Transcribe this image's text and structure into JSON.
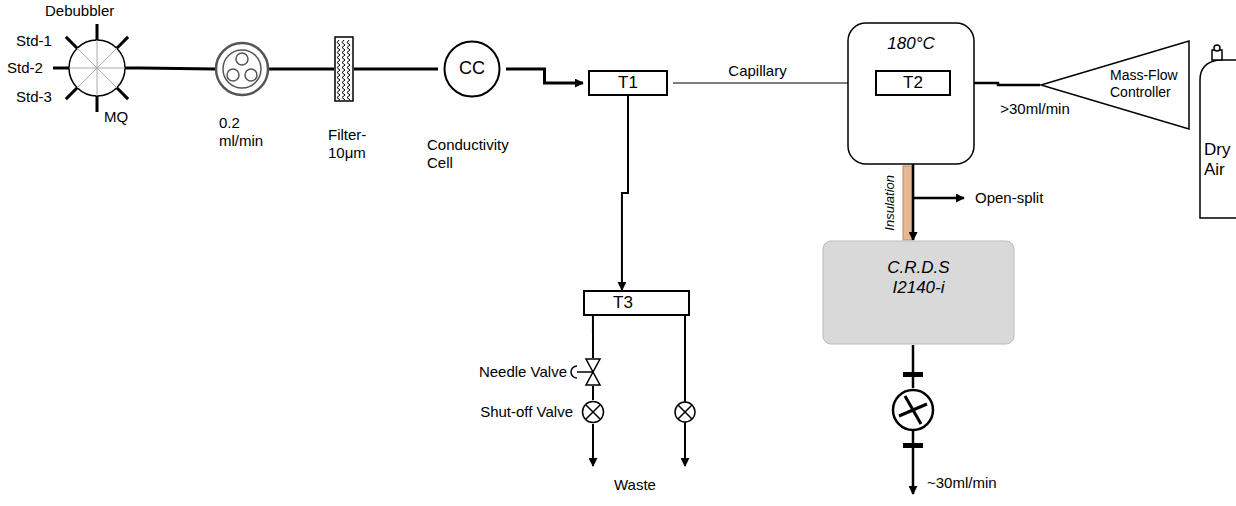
{
  "diagram": {
    "nodes": [
      {
        "text": [
          "Debubbler"
        ]
      },
      {
        "text": [
          "0.2 ml/min"
        ]
      },
      {
        "text": [
          "Filter- 10μm"
        ]
      },
      {
        "text": [
          "CC",
          "Conductivity Cell"
        ]
      },
      {
        "text": [
          "T1"
        ]
      },
      {
        "text": [
          "180°C"
        ]
      },
      {
        "text": [
          "T2"
        ],
        "in": 5
      },
      {
        "text": [
          "Mass-Flow Controller"
        ]
      },
      {
        "text": [
          "Dry Air"
        ]
      },
      {
        "text": [
          "C.R.D.S I2140-i"
        ]
      },
      {
        "text": [
          "T3"
        ]
      },
      {
        "text": [
          "Needle Valve"
        ]
      },
      {
        "text": [
          "Shut-off Valve"
        ]
      }
    ],
    "edges": [
      {
        "from": 0,
        "to": 1,
        "arrow": "none"
      },
      {
        "from": 1,
        "to": 2,
        "arrow": "none"
      },
      {
        "from": 2,
        "to": 3,
        "arrow": "none"
      },
      {
        "from": 3,
        "to": 4,
        "arrow": "to"
      },
      {
        "from": 4,
        "to": 6,
        "label": "Capillary",
        "arrow": "to"
      },
      {
        "from": 4,
        "to": 10,
        "arrow": "to"
      },
      {
        "from": 7,
        "to": 6,
        "label": ">30ml/min",
        "arrow": "to"
      },
      {
        "from": 6,
        "to": 9,
        "arrow": "to"
      },
      {
        "from": 10,
        "to": 11,
        "arrow": "none"
      },
      {
        "from": 11,
        "to": 12,
        "arrow": "none"
      }
    ],
    "labels": [
      "Std-1",
      "Std-2",
      "Std-3",
      "MQ",
      "Insulation",
      "Open-split",
      "~30ml/min",
      "Waste"
    ]
  }
}
